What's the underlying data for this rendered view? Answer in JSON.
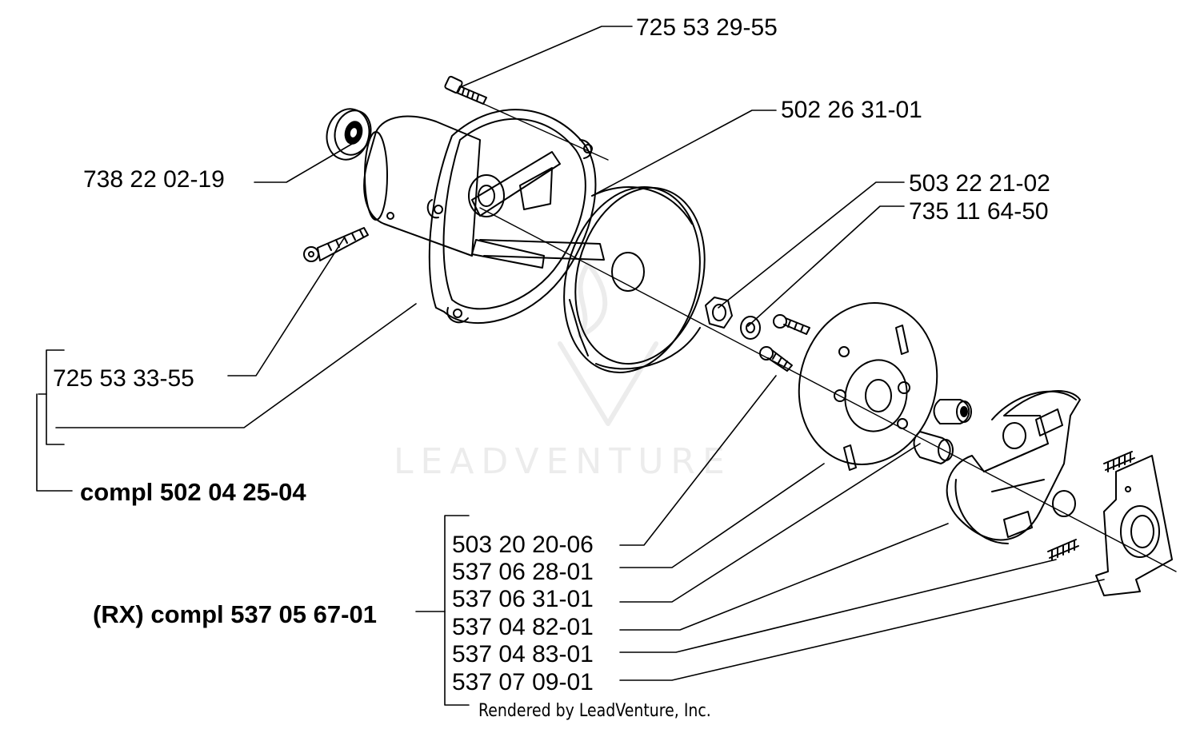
{
  "watermark": "LEADVENTURE",
  "footer": "Rendered by LeadVenture, Inc.",
  "labels": {
    "p7255329": "725 53 29-55",
    "p5022631": "502 26 31-01",
    "p7382202": "738 22 02-19",
    "p5032221": "503 22 21-02",
    "p7351164": "735 11 64-50",
    "p7255333": "725 53 33-55",
    "compl_a": "compl 502 04 25-04",
    "p5032020": "503 20 20-06",
    "p5370628": "537 06 28-01",
    "p5370631": "537 06 31-01",
    "p5370482": "537 04 82-01",
    "p5370483": "537 04 83-01",
    "p5370709": "537 07 09-01",
    "compl_rx": "(RX) compl 537 05 67-01"
  }
}
